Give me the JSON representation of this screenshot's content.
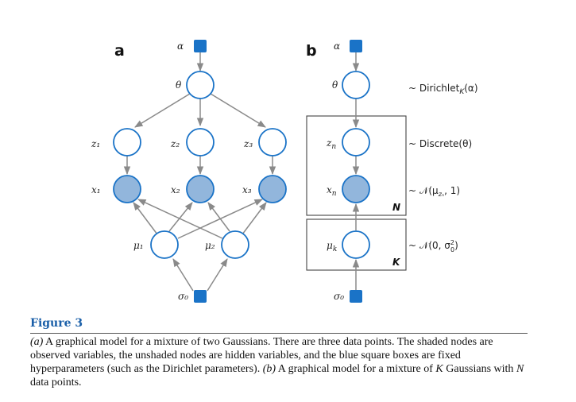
{
  "panel_a": {
    "label": "a",
    "alpha": "α",
    "theta": "θ",
    "z1": "z₁",
    "z2": "z₂",
    "z3": "z₃",
    "x1": "x₁",
    "x2": "x₂",
    "x3": "x₃",
    "mu1": "μ₁",
    "mu2": "μ₂",
    "sigma0": "σ₀"
  },
  "panel_b": {
    "label": "b",
    "alpha": "α",
    "theta": "θ",
    "z": "z",
    "z_sub": "n",
    "x": "x",
    "x_sub": "n",
    "mu": "μ",
    "mu_sub": "k",
    "sigma0": "σ₀",
    "plate_n": "N",
    "plate_k": "K",
    "dist_theta": "~ Dirichlet",
    "dist_theta_sub": "K",
    "dist_theta_arg": "(α)",
    "dist_z": "~ Discrete(θ)",
    "dist_x_pre": "~ 𝒩(μ",
    "dist_x_sub": "zₙ",
    "dist_x_post": ", 1)",
    "dist_mu_pre": "~ 𝒩(0, σ",
    "dist_mu_sup": "2",
    "dist_mu_sub": "0",
    "dist_mu_post": ")"
  },
  "figure": {
    "title": "Figure 3",
    "caption_a_tag": "(a)",
    "caption_a": " A graphical model for a mixture of two Gaussians. There are three data points. The shaded nodes are observed variables, the unshaded nodes are hidden variables, and the blue square boxes are fixed hyperparameters (such as the Dirichlet parameters). ",
    "caption_b_tag": "(b)",
    "caption_b1": " A graphical model for a mixture of ",
    "caption_K": "K",
    "caption_b2": " Gaussians with ",
    "caption_N": "N",
    "caption_b3": " data points."
  },
  "colors": {
    "accent": "#1a73c7",
    "observed_fill": "#92b6dc",
    "edge": "#8a8a8a",
    "title": "#1a5fa8"
  }
}
